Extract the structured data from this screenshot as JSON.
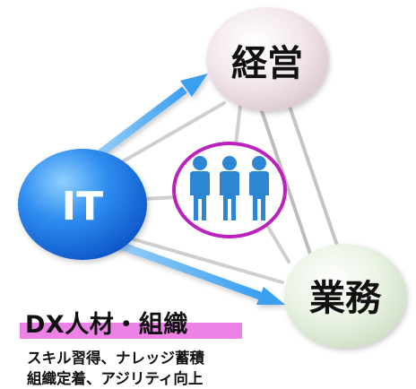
{
  "nodes": {
    "management": "経営",
    "it": "IT",
    "operations": "業務"
  },
  "center_icon": "people-group-icon",
  "title": "DX人材・組織",
  "description": [
    "スキル習得、ナレッジ蓄積",
    "組織定着、アジリティ向上"
  ],
  "colors": {
    "it_blue": "#1a73e8",
    "arrow_blue": "#4aa8ee",
    "management_pink": "#ecdfe4",
    "operations_green": "#e4efdc",
    "center_ring": "#bb22bb",
    "people_blue": "#2c86d4",
    "title_highlight": "#ec82e6"
  }
}
